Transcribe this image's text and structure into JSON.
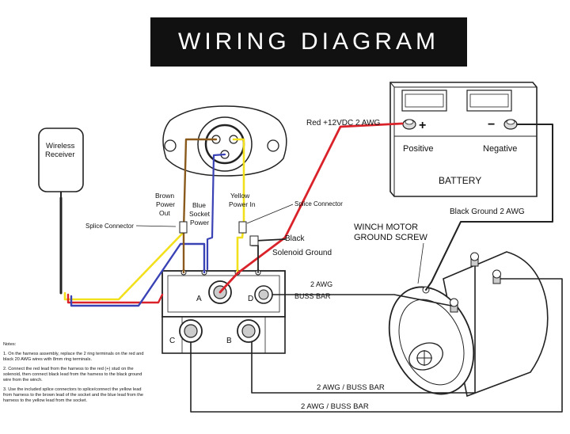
{
  "title": "WIRING DIAGRAM",
  "colors": {
    "red": "#d9222a",
    "blue": "#3a43b5",
    "yellow": "#f2e01c",
    "brown": "#8a5a1c",
    "black": "#111111"
  },
  "labels": {
    "wireless_receiver": [
      "Wireless",
      "Receiver"
    ],
    "brown_power_out": [
      "Brown",
      "Power",
      "Out"
    ],
    "blue_socket_power": [
      "Blue",
      "Socket",
      "Power"
    ],
    "yellow_power_in": [
      "Yellow",
      "Power In"
    ],
    "splice_connector_left": "Splice Connector",
    "splice_connector_right": "Splice Connector",
    "red_12vdc": "Red +12VDC 2 AWG",
    "positive": "Positive",
    "negative": "Negative",
    "battery": "BATTERY",
    "black_ground": "Black Ground 2 AWG",
    "winch_motor_ground": [
      "WINCH MOTOR",
      "GROUND SCREW"
    ],
    "black_solenoid_ground": [
      "Black",
      "Solenoid Ground"
    ],
    "awg_buss_bar_top": [
      "2 AWG",
      "BUSS BAR"
    ],
    "awg_buss_bar_mid": "2 AWG / BUSS BAR",
    "awg_buss_bar_bottom": "2 AWG / BUSS BAR",
    "terminal_a": "A",
    "terminal_b": "B",
    "terminal_c": "C",
    "terminal_d": "D",
    "plus_sign": "+",
    "minus_sign": "−"
  },
  "notes": {
    "heading": "Notes:",
    "note1": "1. On the harness assembly, replace the 2 ring terminals on the red and black 20 AWG wires with 8mm ring terminals.",
    "note2": "2. Connect the red lead from the harness to the red (+) stud on the solenoid, then connect black lead from the harness to the black ground wire from the winch.",
    "note3": "3. Use the included splice connectors to splice/connect the yellow lead from harness to the brown lead of the socket and the blue lead from the harness to the yellow lead from the socket."
  }
}
